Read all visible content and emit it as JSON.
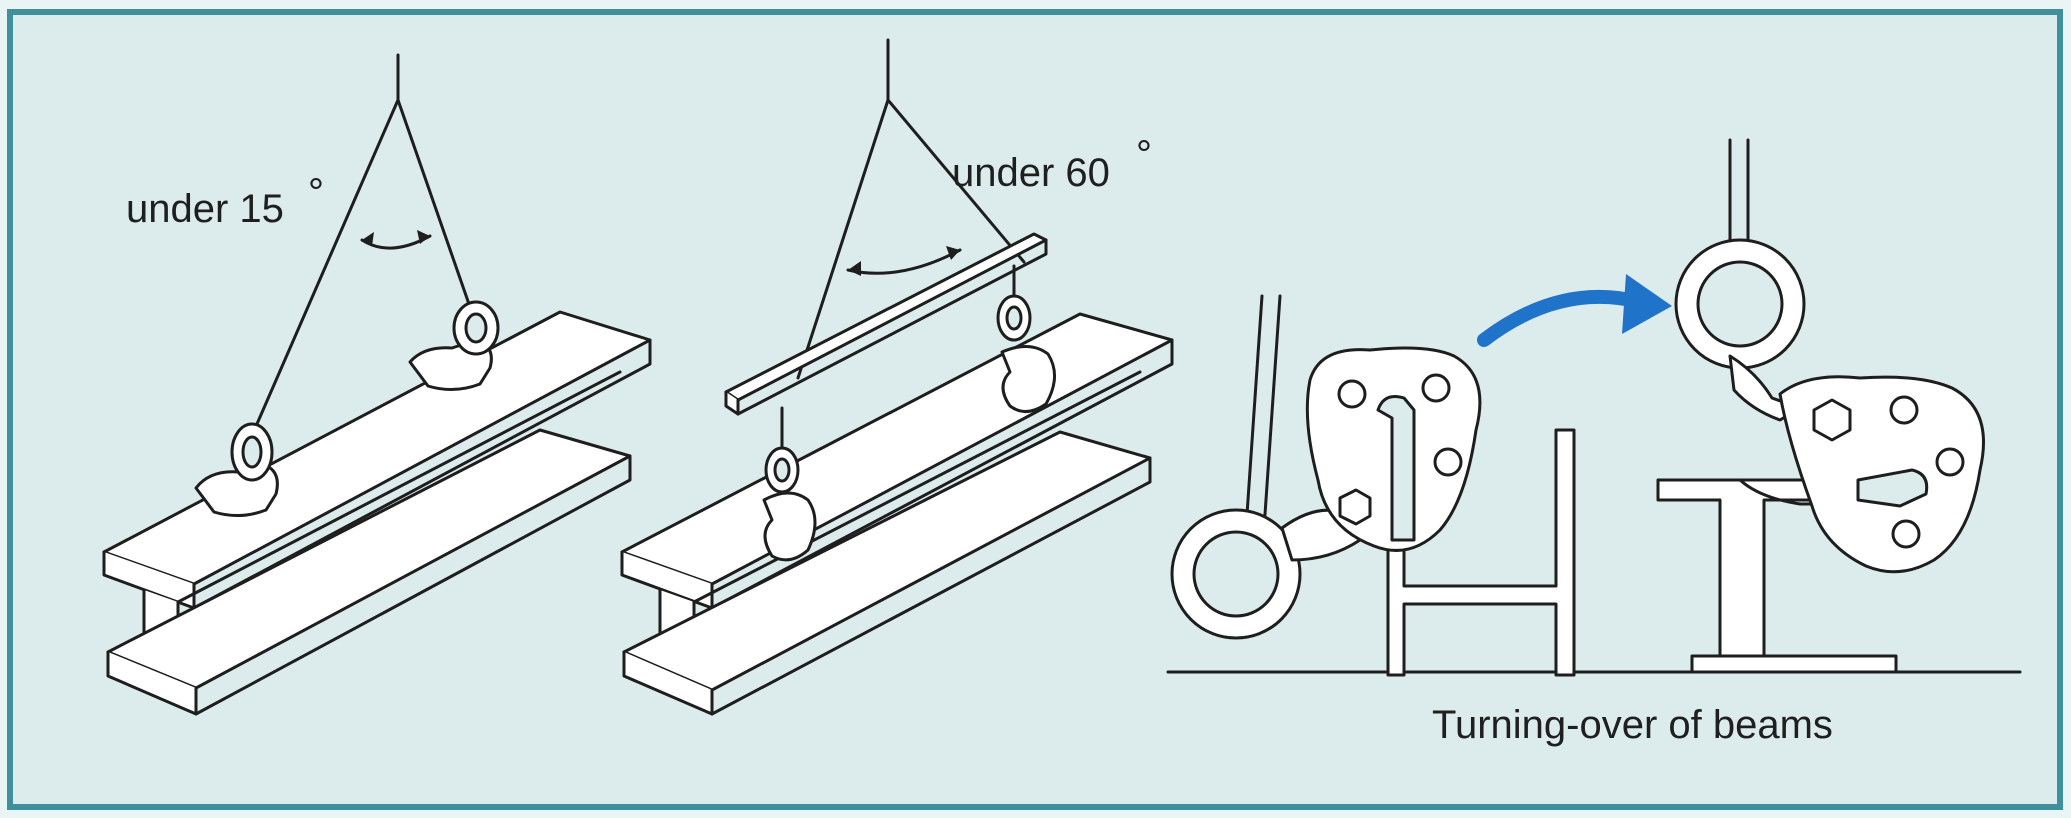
{
  "labels": {
    "angle_left": "under 15",
    "angle_middle": "under 60",
    "degree_symbol": "°",
    "caption": "Turning-over of beams"
  },
  "colors": {
    "background": "#e9f4f4",
    "panel": "#dcebeb",
    "border": "#3f8f9c",
    "ink": "#1e1e1e",
    "arrow": "#1f73c8",
    "steel": "#ffffff"
  }
}
